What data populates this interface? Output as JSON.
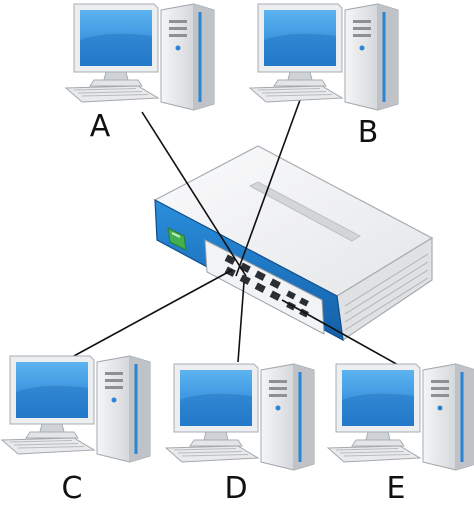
{
  "nodes": {
    "A": {
      "label": "A"
    },
    "B": {
      "label": "B"
    },
    "C": {
      "label": "C"
    },
    "D": {
      "label": "D"
    },
    "E": {
      "label": "E"
    }
  },
  "connections": [
    {
      "from": "A",
      "to": "switch"
    },
    {
      "from": "B",
      "to": "switch"
    },
    {
      "from": "C",
      "to": "switch"
    },
    {
      "from": "D",
      "to": "switch"
    },
    {
      "from": "E",
      "to": "switch"
    }
  ],
  "colors": {
    "switch_blue": "#1a7ac8",
    "switch_body": "#f2f3f4",
    "screen_blue": "#2f8fdf",
    "pc_gray": "#d8dadc",
    "cable": "#111111",
    "power_led": "#3aa648"
  },
  "icons": {
    "computer": "desktop-computer-icon",
    "switch": "network-switch-icon"
  }
}
